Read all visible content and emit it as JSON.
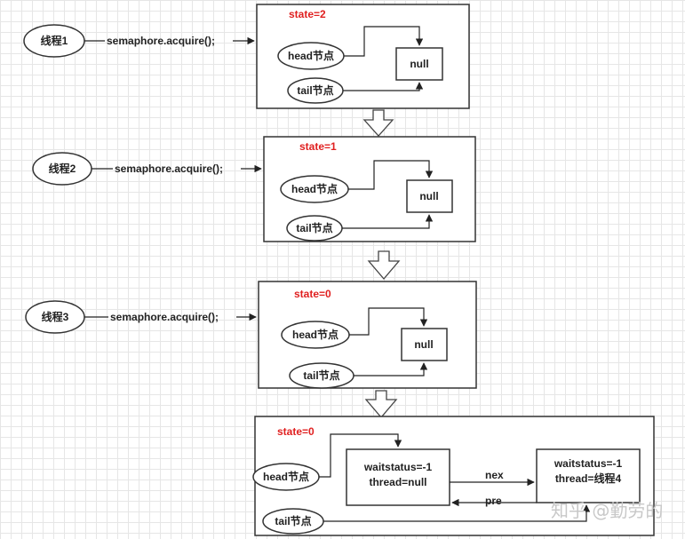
{
  "stages": [
    {
      "thread": "线程1",
      "call": "semaphore.acquire();",
      "state": "state=2",
      "head": "head节点",
      "tail": "tail节点",
      "node": "null"
    },
    {
      "thread": "线程2",
      "call": "semaphore.acquire();",
      "state": "state=1",
      "head": "head节点",
      "tail": "tail节点",
      "node": "null"
    },
    {
      "thread": "线程3",
      "call": "semaphore.acquire();",
      "state": "state=0",
      "head": "head节点",
      "tail": "tail节点",
      "node": "null"
    }
  ],
  "final": {
    "state": "state=0",
    "head": "head节点",
    "tail": "tail节点",
    "node1": {
      "line1": "waitstatus=-1",
      "line2": "thread=null"
    },
    "node2": {
      "line1": "waitstatus=-1",
      "line2": "thread=线程4"
    },
    "next_label": "nex",
    "prev_label": "pre"
  },
  "watermark": "知乎 @勤劳的"
}
